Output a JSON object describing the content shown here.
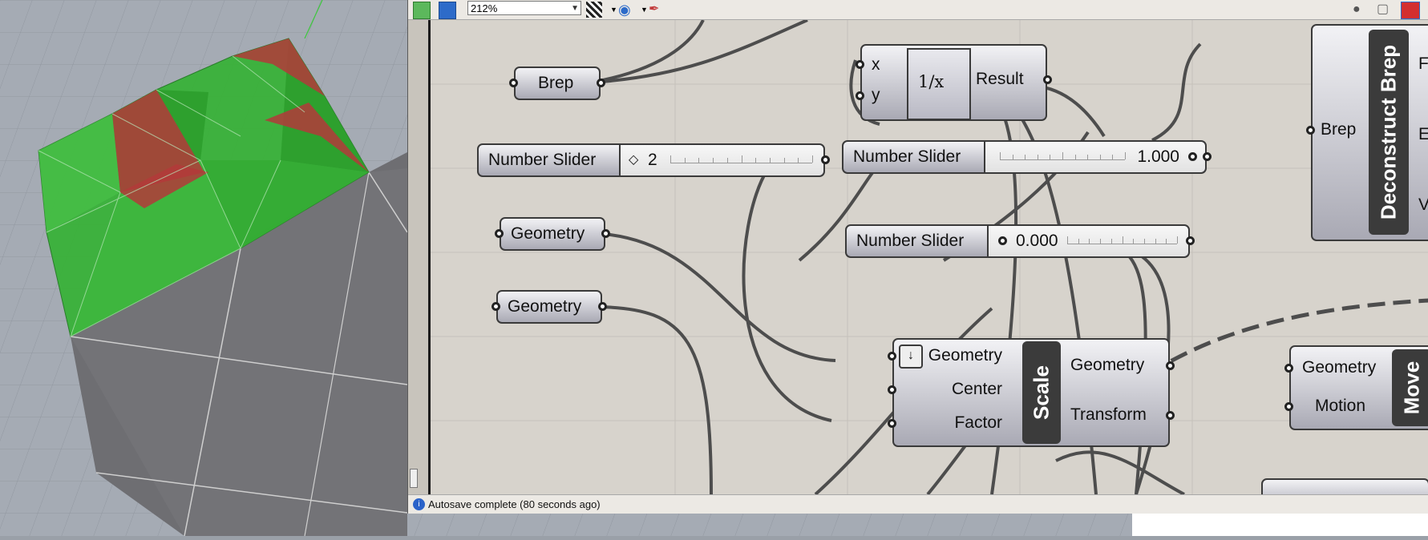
{
  "toolbar": {
    "zoom": "212%",
    "icons": [
      "open-file-icon",
      "save-icon",
      "zoom-dropdown",
      "grid-icon",
      "eye-icon",
      "pen-icon",
      "preview-toggle-icon",
      "wire-display-icon",
      "rhino-icon"
    ]
  },
  "components": {
    "brep_param": {
      "label": "Brep"
    },
    "number_slider_1": {
      "label": "Number Slider",
      "value": "2",
      "marker": "diamond"
    },
    "geometry_param_1": {
      "label": "Geometry"
    },
    "geometry_param_2": {
      "label": "Geometry"
    },
    "reciprocal": {
      "input_x": "x",
      "input_y": "y",
      "expression": "1/x",
      "output": "Result"
    },
    "number_slider_2": {
      "label": "Number Slider",
      "value": "1.000",
      "marker": "circle"
    },
    "number_slider_3": {
      "label": "Number Slider",
      "value": "0.000",
      "marker": "circle"
    },
    "scale": {
      "title": "Scale",
      "inputs": [
        "Geometry",
        "Center",
        "Factor"
      ],
      "outputs": [
        "Geometry",
        "Transform"
      ]
    },
    "deconstruct_brep": {
      "title": "Deconstruct Brep",
      "input": "Brep",
      "outputs_partial": [
        "Fa",
        "Ec",
        "V"
      ]
    },
    "move": {
      "title": "Move",
      "inputs": [
        "Geometry",
        "Motion"
      ]
    }
  },
  "status": {
    "text": "Autosave complete (80 seconds ago)"
  },
  "colors": {
    "viewport_bg": "#9aa0a8",
    "panels_green": "#2ea82e",
    "panels_red": "#b33a3a",
    "canvas_bg": "#d7d3cc",
    "component_dark": "#3b3b3b"
  }
}
